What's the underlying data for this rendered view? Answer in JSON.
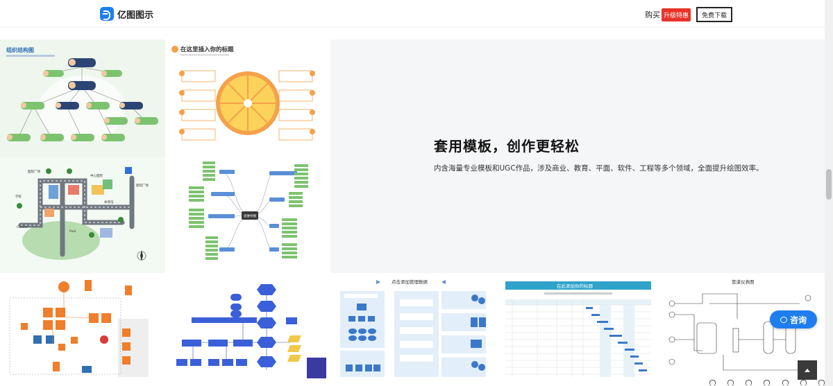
{
  "app": {
    "name": "亿图图示"
  },
  "header": {
    "buy_label": "购买",
    "upgrade_label": "升级特惠",
    "download_label": "免费下载"
  },
  "hero": {
    "title": "套用模板，创作更轻松",
    "description": "内含海量专业模板和UGC作品，涉及商业、教育、平面、软件、工程等多个领域，全面提升绘图效率。"
  },
  "templates": {
    "org_chart": {
      "title": "组织结构图"
    },
    "orange": {
      "title": "在这里插入你的标题"
    },
    "city_map": {
      "labels": [
        "医院广场",
        "中心医院",
        "影院广场",
        "体育馆",
        "学校",
        "Centre",
        "Park"
      ]
    },
    "mindmap": {
      "center": "思维导图"
    },
    "data_mgmt": {
      "title": "点击添加管理数据"
    },
    "gantt": {
      "title": "在此添加你的标题"
    },
    "piping": {
      "title": "管道仪表图"
    }
  },
  "float": {
    "consult_label": "咨询"
  },
  "colors": {
    "brand": "#1e7ef0",
    "upgrade": "#e8332a",
    "org_bg": "#eef6ee",
    "org_navy": "#2b4474",
    "green": "#7dc36f",
    "orange": "#f5a14a",
    "gantt_teal": "#2fa3c9"
  }
}
